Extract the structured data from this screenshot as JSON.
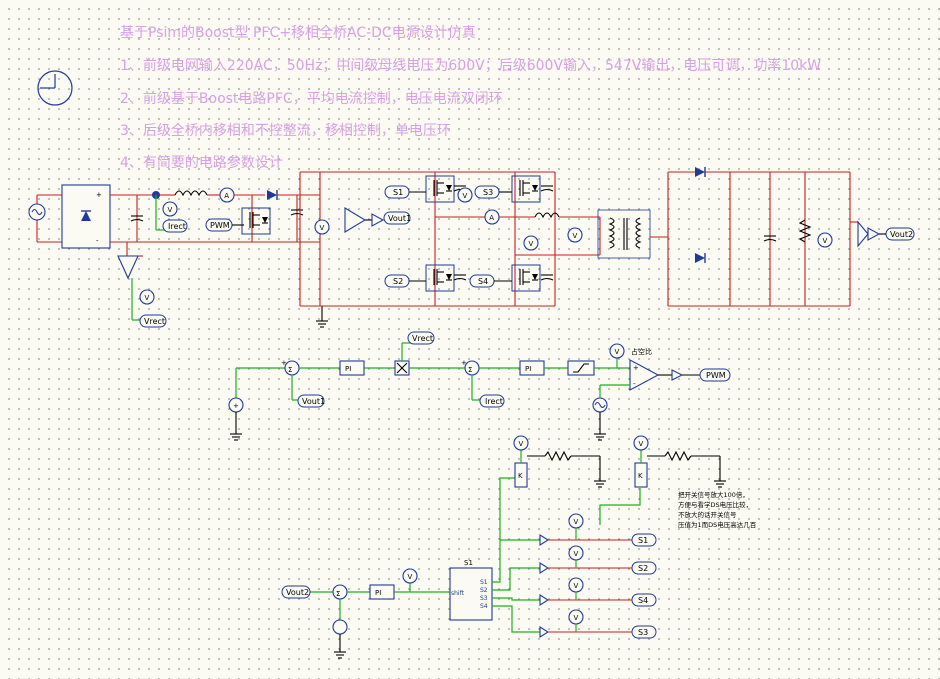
{
  "title": "基于Psim的Boost型 PFC+移相全桥AC-DC电源设计仿真",
  "lines": [
    "1、前级电网输入220AC，50Hz；中间级母线电压为600V；后级600V输入，547V输出，电压可调，功率10kW",
    "2、前级基于Boost电路PFC，平均电流控制，电压电流双闭环",
    "3、后级全桥内移相和不控整流，移相控制，单电压环",
    "4、有简要的电路参数设计"
  ],
  "labels": {
    "vout1": "Vout1",
    "irect": "Irect",
    "pwm": "PWM",
    "vrect": "Vrect",
    "s1": "S1",
    "s2": "S2",
    "s3": "S3",
    "s4": "S4",
    "vout2": "Vout2",
    "pi": "PI",
    "shift": "shift",
    "block_name": "S1",
    "duty": "占空比",
    "annotation": [
      "把开关信号放大100倍，",
      "方便与看学DS电压比较，",
      "不放大的话开关信号",
      "压值为1而DS电压高达几百"
    ],
    "meter_v": "V",
    "meter_a": "A",
    "ports": [
      "S1",
      "S2",
      "S3",
      "S4"
    ]
  },
  "colors": {
    "power_wire": "#c81e1e",
    "component": "#1f3a9a",
    "signal_wire": "#1fb01f",
    "note_text": "#d9a0e6"
  }
}
